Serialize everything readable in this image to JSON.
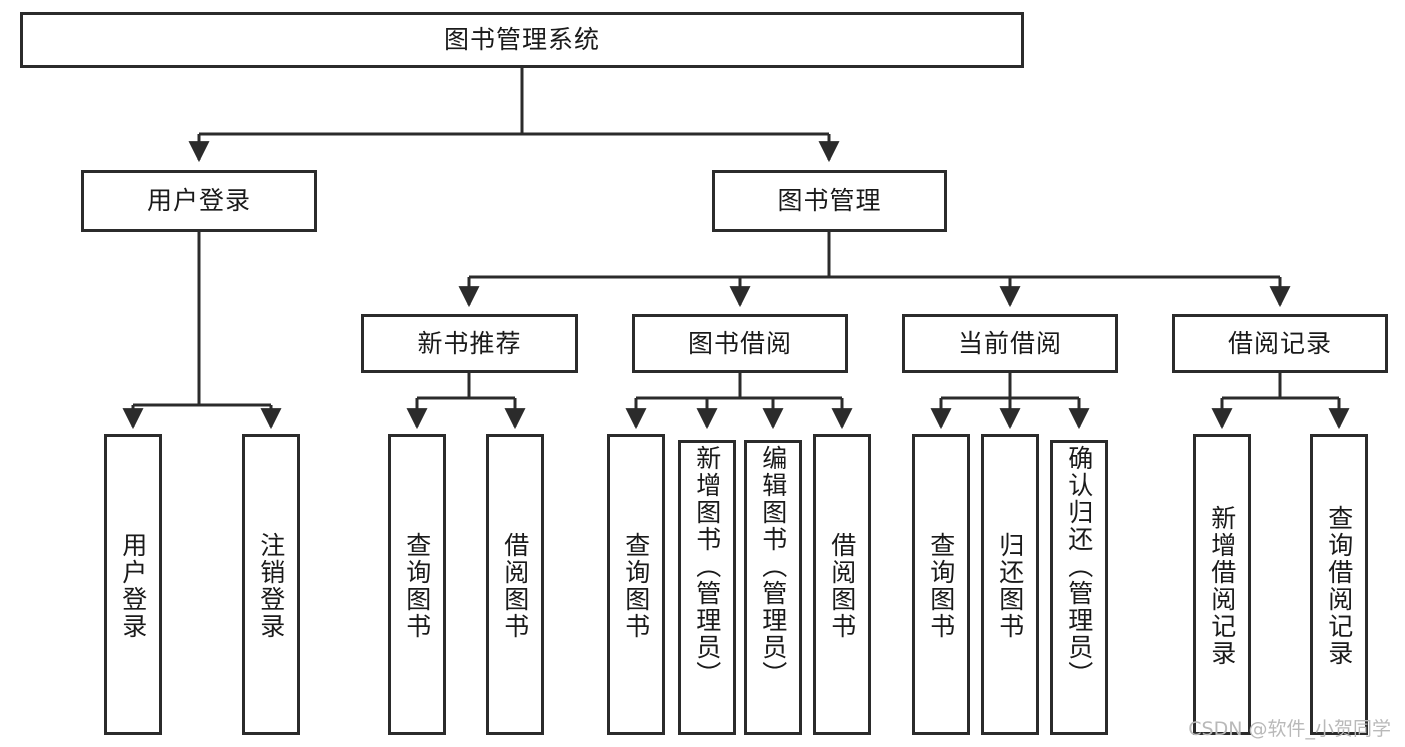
{
  "diagram": {
    "type": "tree-hierarchy-chart",
    "title": "图书管理系统",
    "watermark": "CSDN @软件_小贺同学",
    "colors": {
      "box_border": "#2b2b2b",
      "box_fill": "#ffffff",
      "edge": "#2b2b2b",
      "text": "#1a1a1a",
      "watermark": "#b9b9b9",
      "background": "#ffffff"
    },
    "root": {
      "label": "图书管理系统"
    },
    "level2": [
      {
        "label": "用户登录"
      },
      {
        "label": "图书管理"
      }
    ],
    "level3": [
      {
        "label": "新书推荐"
      },
      {
        "label": "图书借阅"
      },
      {
        "label": "当前借阅"
      },
      {
        "label": "借阅记录"
      }
    ],
    "leaves": {
      "user_login": [
        {
          "label": "用户登录"
        },
        {
          "label": "注销登录"
        }
      ],
      "new_book_recommend": [
        {
          "label": "查询图书"
        },
        {
          "label": "借阅图书"
        }
      ],
      "book_borrow": [
        {
          "label": "查询图书"
        },
        {
          "label": "新增图书（管理员）"
        },
        {
          "label": "编辑图书（管理员）"
        },
        {
          "label": "借阅图书"
        }
      ],
      "current_borrow": [
        {
          "label": "查询图书"
        },
        {
          "label": "归还图书"
        },
        {
          "label": "确认归还（管理员）"
        }
      ],
      "borrow_record": [
        {
          "label": "新增借阅记录"
        },
        {
          "label": "查询借阅记录"
        }
      ]
    }
  }
}
